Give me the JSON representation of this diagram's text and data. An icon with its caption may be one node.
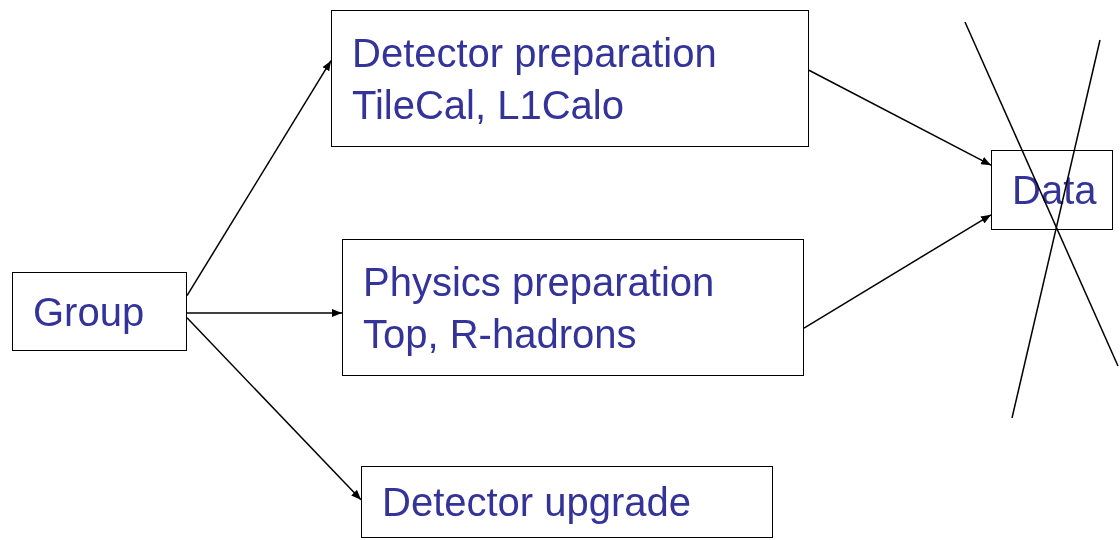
{
  "diagram": {
    "nodes": [
      {
        "text": [
          "Group"
        ]
      },
      {
        "text": [
          "Detector preparation",
          "TileCal, L1Calo"
        ]
      },
      {
        "text": [
          "Physics preparation",
          "Top, R-hadrons"
        ]
      },
      {
        "text": [
          "Detector upgrade"
        ]
      },
      {
        "text": [
          "Data"
        ]
      }
    ],
    "edges": [
      {
        "from": 0,
        "to": 1,
        "arrow": "to"
      },
      {
        "from": 0,
        "to": 2,
        "arrow": "to"
      },
      {
        "from": 0,
        "to": 3,
        "arrow": "to"
      },
      {
        "from": 1,
        "to": 4,
        "arrow": "to"
      },
      {
        "from": 2,
        "to": 4,
        "arrow": "to"
      }
    ]
  }
}
